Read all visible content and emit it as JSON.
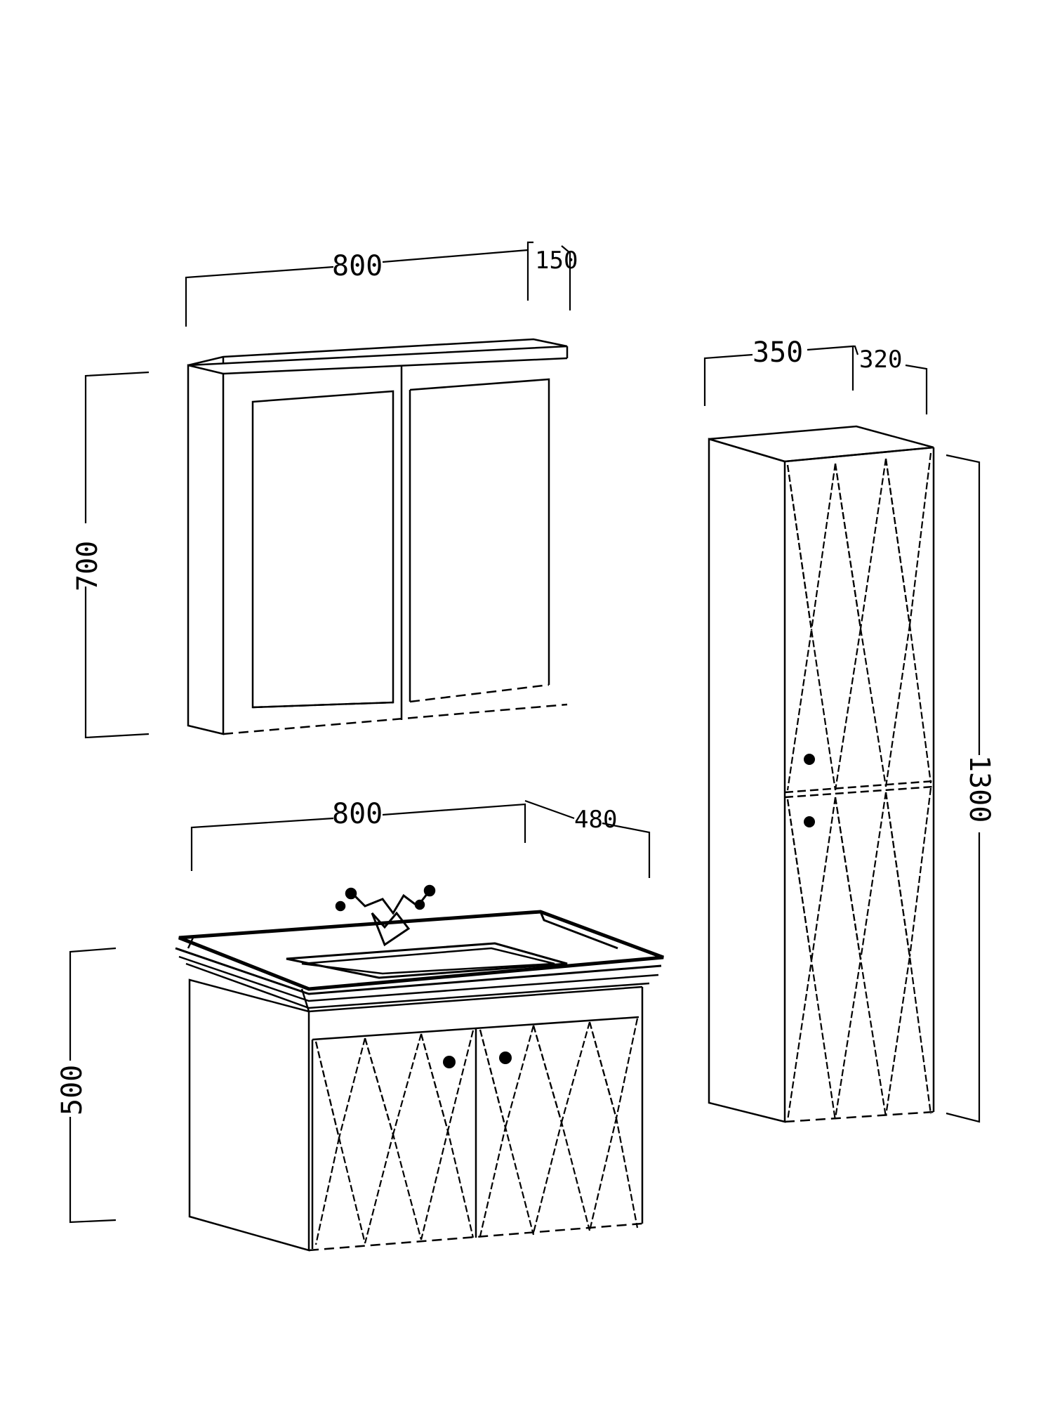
{
  "colors": {
    "line": "#000000",
    "background": "#ffffff"
  },
  "mirror_cabinet": {
    "width": "800",
    "depth": "150",
    "height": "700"
  },
  "tall_cabinet": {
    "width": "350",
    "depth": "320",
    "height": "1300"
  },
  "vanity": {
    "width": "800",
    "depth": "480",
    "height": "500"
  }
}
